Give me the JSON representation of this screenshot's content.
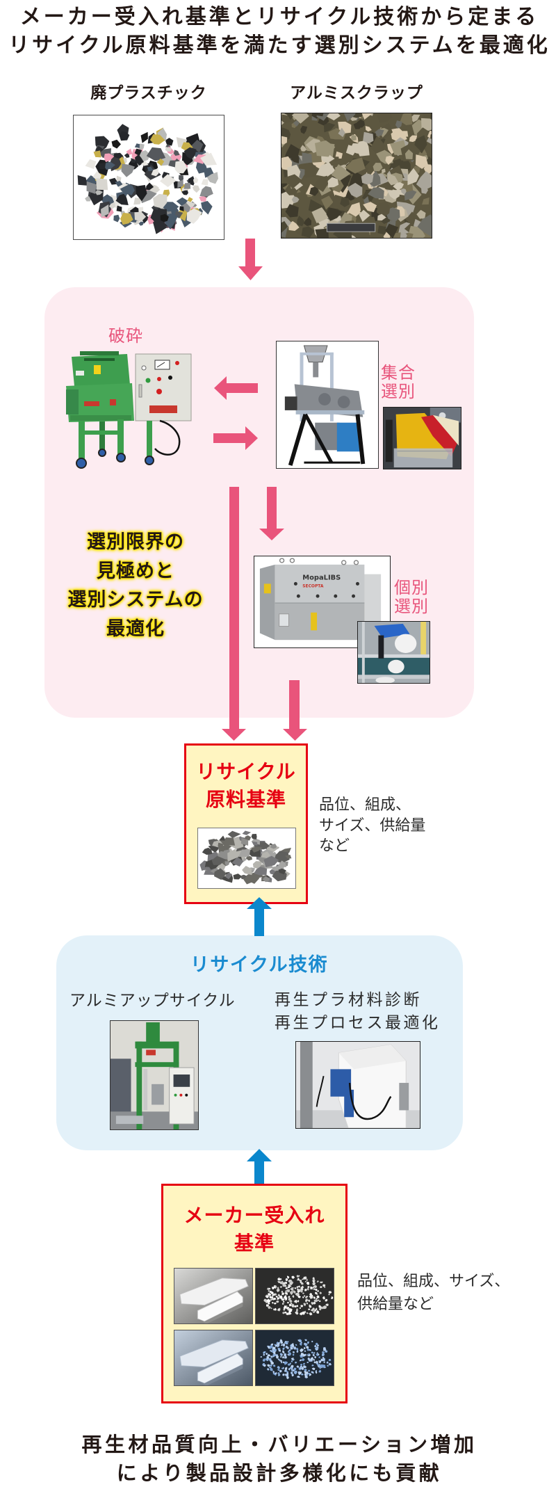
{
  "header": {
    "lines": [
      "メーカー受入れ基準とリサイクル技術から定まる",
      "リサイクル原料基準を満たす選別システムを最適化"
    ]
  },
  "inputs": {
    "plastic_label": "廃プラスチック",
    "aluminum_label": "アルミスクラップ"
  },
  "sorting": {
    "crush_label": "破砕",
    "bulk_sort_label": [
      "集合",
      "選別"
    ],
    "individual_sort_label": [
      "個別",
      "選別"
    ],
    "focus_text": [
      "選別限界の",
      "見極めと",
      "選別システムの",
      "最適化"
    ],
    "libs_brand": "MopaLIBS",
    "libs_maker": "SECOPTA"
  },
  "recycle_standard": {
    "title": [
      "リサイクル",
      "原料基準"
    ],
    "note": [
      "品位、組成、",
      "サイズ、供給量",
      "など"
    ]
  },
  "recycle_tech": {
    "title": "リサイクル技術",
    "aluminum_label": "アルミアップサイクル",
    "plastic_labels": [
      "再生プラ材料診断",
      "再生プロセス最適化"
    ]
  },
  "maker_standard": {
    "title": [
      "メーカー受入れ",
      "基準"
    ],
    "note": [
      "品位、組成、サイズ、",
      "供給量など"
    ]
  },
  "footer": {
    "lines": [
      "再生材品質向上・バリエーション増加",
      "により製品設計多様化にも貢献"
    ]
  },
  "colors": {
    "text": "#231815",
    "pink_arrow": "#e9547b",
    "pink_panel": "#fdecf1",
    "pink_label": "#e8557c",
    "glow": "#ffe600",
    "red": "#e60012",
    "cream": "#fff5c1",
    "blue_arrow": "#0b87cc",
    "blue_panel": "#e3f1f9",
    "blue_label": "#1a8bd0"
  }
}
